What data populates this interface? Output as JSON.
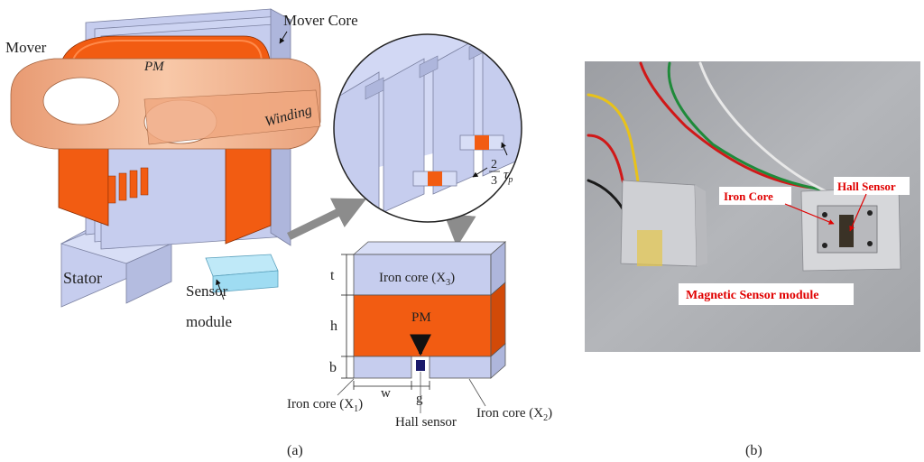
{
  "panel_a": {
    "caption": "(a)",
    "labels": {
      "mover": "Mover",
      "mover_core": "Mover Core",
      "pm": "PM",
      "winding": "Winding",
      "stator": "Stator",
      "sensor": "Sensor",
      "module": "module"
    },
    "zoom": {
      "fraction_num": "2",
      "fraction_den": "3",
      "tau": "τ",
      "tau_sub": "p"
    },
    "cross_section": {
      "t": "t",
      "h": "h",
      "b": "b",
      "w": "w",
      "g": "g",
      "iron_core_top": "Iron core (X",
      "iron_core_top_sub": "3",
      "pm": "PM",
      "iron_core_left": "Iron core (X",
      "iron_core_left_sub": "1",
      "iron_core_right": "Iron core (X",
      "iron_core_right_sub": "2",
      "close_paren": ")",
      "hall_sensor": "Hall sensor"
    }
  },
  "panel_b": {
    "caption": "(b)",
    "iron_core": "Iron Core",
    "hall_sensor": "Hall Sensor",
    "module_title": "Magnetic Sensor module"
  },
  "colors": {
    "pm_orange": "#f25c12",
    "steel_blue": "#c6cdee",
    "winding_peach": "#f4b48c",
    "sensor_cyan": "#9fdcf2",
    "photo_bg": "#a9abb0",
    "label_red": "#e00000"
  }
}
